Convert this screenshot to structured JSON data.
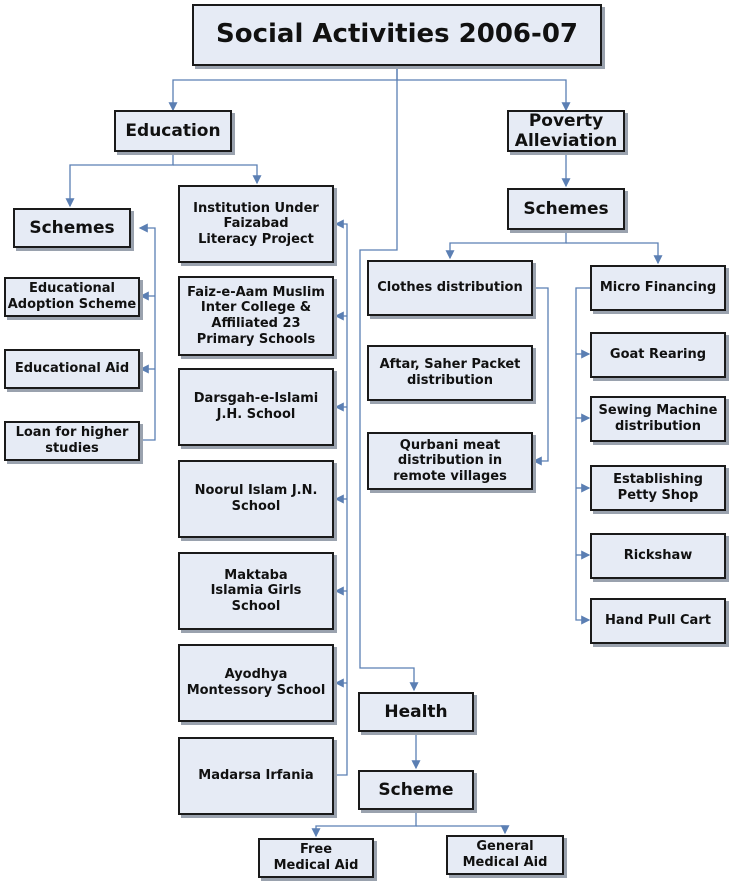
{
  "title": "Social Activities 2006-07",
  "education": {
    "label": "Education",
    "schemes_label": "Schemes",
    "schemes": [
      "Educational Adoption Scheme",
      "Educational Aid",
      "Loan for higher studies"
    ],
    "institutions": [
      "Institution Under Faizabad Literacy Project",
      "Faiz-e-Aam Muslim Inter College & Affiliated 23 Primary Schools",
      "Darsgah-e-Islami J.H. School",
      "Noorul Islam J.N. School",
      "Maktaba Islamia Girls School",
      "Ayodhya Montessory School",
      "Madarsa Irfania"
    ]
  },
  "poverty": {
    "label": "Poverty Alleviation",
    "schemes_label": "Schemes",
    "distribution": [
      "Clothes distribution",
      "Aftar, Saher Packet distribution",
      "Qurbani meat distribution in remote villages"
    ],
    "micro_label": "Micro Financing",
    "micro_items": [
      "Goat Rearing",
      "Sewing Machine distribution",
      "Establishing Petty Shop",
      "Rickshaw",
      "Hand Pull Cart"
    ]
  },
  "health": {
    "label": "Health",
    "scheme_label": "Scheme",
    "items": [
      "Free Medical Aid",
      "General Medical Aid"
    ]
  },
  "colors": {
    "box_fill": "#e6ebf5",
    "border": "#1a1a1a",
    "connector": "#5b7fb3"
  }
}
